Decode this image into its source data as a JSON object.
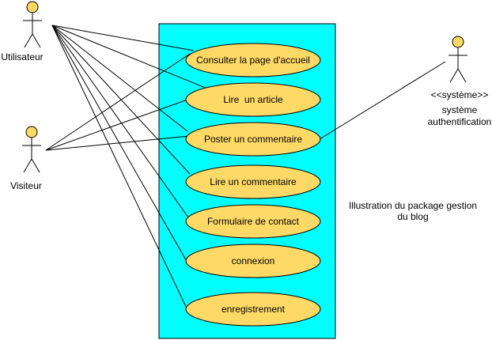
{
  "colors": {
    "system_boundary_fill": "#00ffff",
    "use_case_fill": "#ffd966",
    "actor_head_fill": "#ffd966",
    "line": "#000000"
  },
  "actors": {
    "utilisateur": "Utilisateur",
    "visiteur": "Visiteur",
    "system_stereotype": "<<système>>",
    "system_name_line1": "système",
    "system_name_line2": "authentification"
  },
  "use_cases": {
    "consulter": "Consulter la page d'accueil",
    "lire_article": "Lire  un article",
    "poster": "Poster un commentaire",
    "lire_commentaire": "Lire un commentaire",
    "formulaire": "Formulaire de contact",
    "connexion": "connexion",
    "enregistrement": "enregistrement"
  },
  "note": {
    "line1": "Illustration du package gestion",
    "line2": "du blog"
  }
}
